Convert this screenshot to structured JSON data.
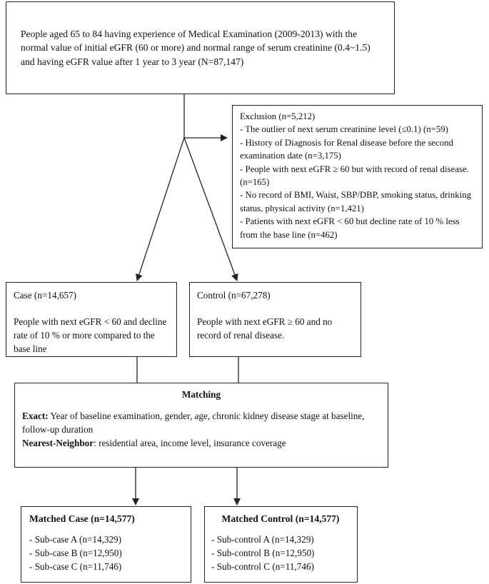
{
  "top_box": {
    "text": "People aged 65 to 84 having experience of Medical Examination (2009-2013) with the normal value of initial eGFR (60 or more) and normal range of serum creatinine (0.4~1.5) and having eGFR value after 1 year to 3 year (N=87,147)"
  },
  "exclusion": {
    "title": "Exclusion (n=5,212)",
    "items": [
      "- The outlier of next serum creatinine level (≤0.1) (n=59)",
      "- History of Diagnosis for Renal disease before the second examination date (n=3,175)",
      "- People with next eGFR  ≥  60 but with record of renal disease. (n=165)",
      "- No record of BMI, Waist, SBP/DBP, smoking status, drinking status, physical activity (n=1,421)",
      "- Patients with next eGFR < 60 but decline rate of 10 % less from the base line (n=462)"
    ]
  },
  "case": {
    "title": "Case (n=14,657)",
    "text": "People with next eGFR < 60 and decline rate of 10 % or more compared to the base line"
  },
  "control": {
    "title": "Control (n=67,278)",
    "text": "People with next eGFR  ≥  60 and no record of renal disease."
  },
  "matching": {
    "title": "Matching",
    "exact_label": "Exact:",
    "exact_text": " Year of baseline examination, gender, age, chronic kidney disease stage at baseline, follow-up duration",
    "nn_label": "Nearest-Neighbor",
    "nn_text": ": residential area, income level, insurance coverage"
  },
  "matched_case": {
    "title": "Matched Case (n=14,577)",
    "items": [
      "- Sub-case A (n=14,329)",
      "- Sub-case B (n=12,950)",
      "- Sub-case C (n=11,746)"
    ]
  },
  "matched_control": {
    "title": "Matched Control (n=14,577)",
    "items": [
      "- Sub-control A (n=14,329)",
      "- Sub-control B (n=12,950)",
      "- Sub-control C (n=11,746)"
    ]
  }
}
